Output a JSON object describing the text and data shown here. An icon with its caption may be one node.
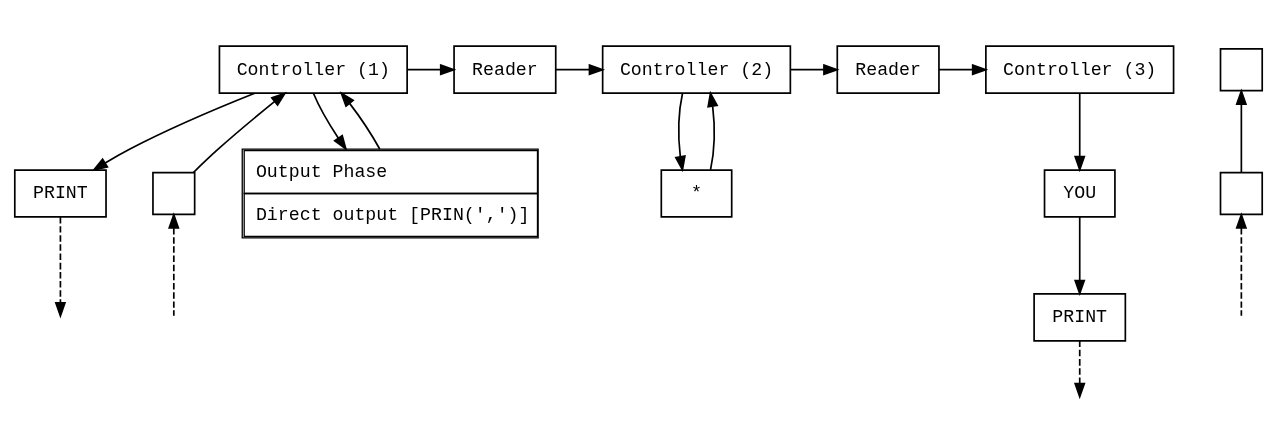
{
  "diagram": {
    "nodes": [
      {
        "text": [
          "Controller (1)"
        ]
      },
      {
        "text": [
          "Reader"
        ]
      },
      {
        "text": [
          "Controller (2)"
        ]
      },
      {
        "text": [
          "Reader"
        ]
      },
      {
        "text": [
          "Controller (3)"
        ]
      },
      {
        "text": [
          "PRINT"
        ]
      },
      {
        "text": [],
        "shape": "box"
      },
      {
        "text": [
          "Output Phase",
          "Direct output [PRIN(',')]"
        ]
      },
      {
        "text": [
          "*"
        ]
      },
      {
        "text": [
          "YOU"
        ]
      },
      {
        "text": [],
        "shape": "box"
      },
      {
        "text": [
          "PRINT"
        ]
      },
      {
        "text": [],
        "shape": "box"
      }
    ],
    "edges": [
      {
        "from": 0,
        "to": 1,
        "arrow": "to"
      },
      {
        "from": 1,
        "to": 2,
        "arrow": "to"
      },
      {
        "from": 2,
        "to": 3,
        "arrow": "to"
      },
      {
        "from": 3,
        "to": 4,
        "arrow": "to"
      },
      {
        "from": 0,
        "to": 5,
        "arrow": "to"
      },
      {
        "from": 6,
        "to": 0,
        "arrow": "to"
      },
      {
        "from": 0,
        "to": 7,
        "arrow": "to"
      },
      {
        "from": 7,
        "to": 0,
        "arrow": "to"
      },
      {
        "from": 2,
        "to": 8,
        "arrow": "to"
      },
      {
        "from": 8,
        "to": 2,
        "arrow": "to"
      },
      {
        "from": 4,
        "to": 9,
        "arrow": "to"
      },
      {
        "from": 9,
        "to": 11,
        "arrow": "to"
      },
      {
        "from": 12,
        "to": 10,
        "arrow": "to"
      },
      {
        "from": 5,
        "to": null,
        "arrow": "to",
        "style": "dashed"
      },
      {
        "from": null,
        "to": 6,
        "arrow": "to",
        "style": "dashed"
      },
      {
        "from": 11,
        "to": null,
        "arrow": "to",
        "style": "dashed"
      },
      {
        "from": null,
        "to": 12,
        "arrow": "to",
        "style": "dashed"
      }
    ]
  }
}
